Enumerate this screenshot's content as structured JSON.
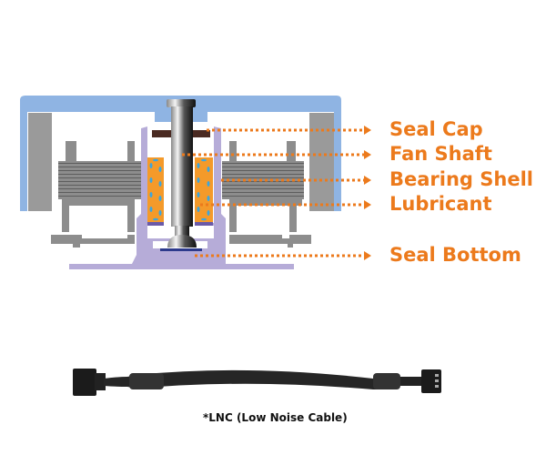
{
  "labels": {
    "seal_cap": "Seal Cap",
    "fan_shaft": "Fan Shaft",
    "bearing_shell": "Bearing Shell",
    "lubricant": "Lubricant",
    "seal_bottom": "Seal Bottom"
  },
  "caption": "*LNC (Low Noise Cable)",
  "colors": {
    "accent": "#ec7a1c",
    "hub": "#8fb4e3",
    "housing": "#b6acd8",
    "bearing": "#f49a2a",
    "lubricant": "#3aa6e0",
    "seal_cap": "#4a2a22",
    "magnet": "#9a9a9a"
  }
}
